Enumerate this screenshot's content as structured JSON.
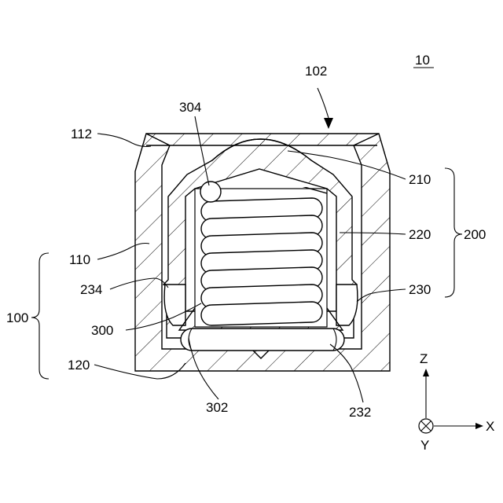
{
  "figure": {
    "label": "10",
    "labels": {
      "l102": "102",
      "l112": "112",
      "l304": "304",
      "l210": "210",
      "l220": "220",
      "l200": "200",
      "l110": "110",
      "l234": "234",
      "l230": "230",
      "l100": "100",
      "l300": "300",
      "l120": "120",
      "l302": "302",
      "l232": "232"
    },
    "axes": {
      "z": "Z",
      "x": "X",
      "y": "Y"
    }
  }
}
